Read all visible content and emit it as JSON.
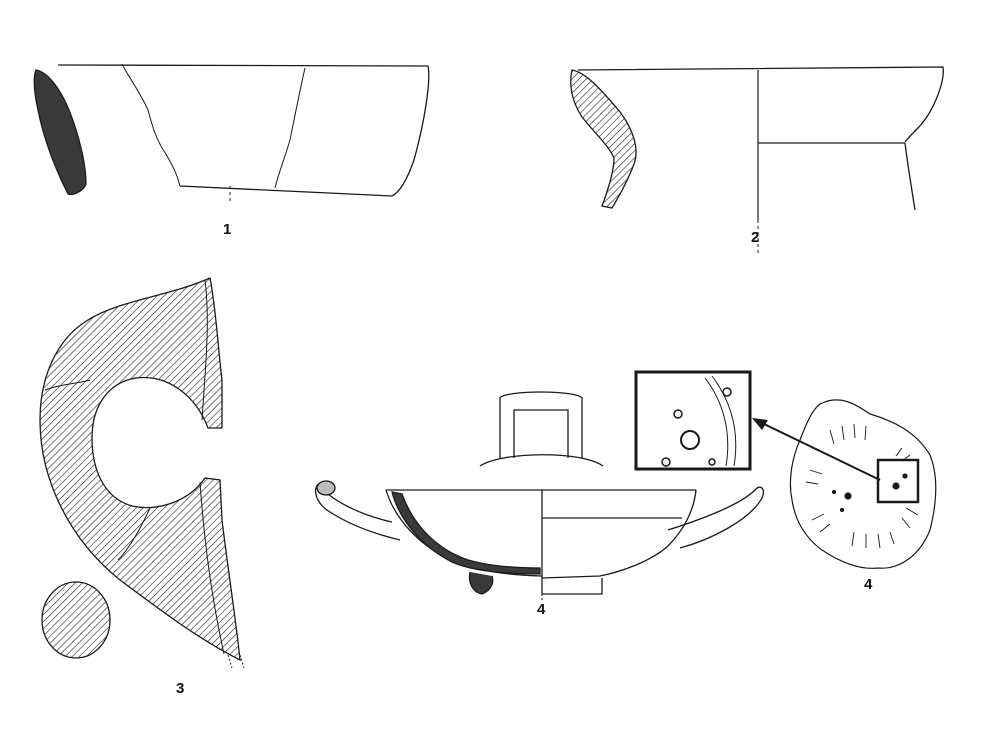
{
  "figures": [
    {
      "label": "1",
      "description_key": "rim-sherd"
    },
    {
      "label": "2",
      "description_key": "carinated-bowl"
    },
    {
      "label": "3",
      "description_key": "handle-fragment"
    },
    {
      "label": "4",
      "description_key": "kylix"
    },
    {
      "label": "4",
      "description_key": "stamped-base"
    }
  ],
  "colors": {
    "ink": "#1a1a1a",
    "section_fill": "#3a3a3a",
    "paper": "#ffffff"
  }
}
